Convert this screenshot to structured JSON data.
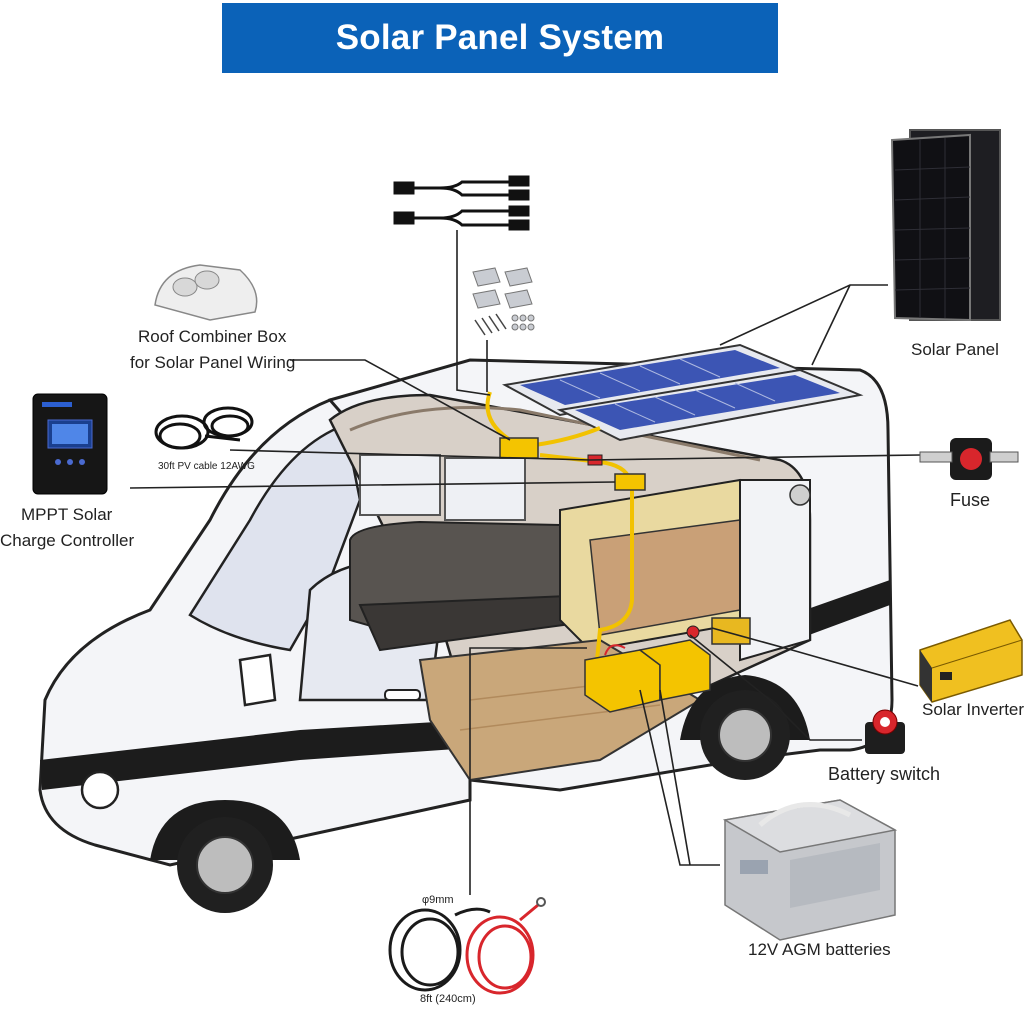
{
  "title": "Solar Panel System",
  "labels": {
    "roof_combiner_line1": "Roof Combiner Box",
    "roof_combiner_line2": "for Solar Panel Wiring",
    "mppt_line1": "MPPT Solar",
    "mppt_line2": "Charge Controller",
    "solar_panel": "Solar Panel",
    "fuse": "Fuse",
    "solar_inverter": "Solar Inverter",
    "battery_switch": "Battery switch",
    "agm_batteries": "12V AGM batteries",
    "pv_cable": "30ft PV cable 12AWG",
    "battery_cable_diameter": "φ9mm",
    "battery_cable_length": "8ft (240cm)"
  },
  "colors": {
    "banner": "#0b62b8",
    "wire_yellow": "#f2c200",
    "cable_red": "#d8262c",
    "cable_black": "#1a1a1a",
    "panel_blue": "#3c55b4",
    "inverter_yellow": "#f0c020",
    "van_white": "#f4f5f8",
    "van_stripe": "#1c1c1c",
    "floor_wood": "#c9a77a"
  },
  "icons": [
    "y-branch-connector-icon",
    "mounting-bracket-icon",
    "combiner-box-icon",
    "charge-controller-icon",
    "pv-cable-icon",
    "solar-panel-icon",
    "fuse-icon",
    "inverter-icon",
    "battery-switch-icon",
    "agm-battery-icon",
    "battery-cable-icon"
  ]
}
